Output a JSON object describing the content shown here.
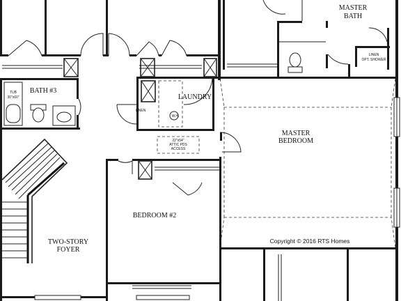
{
  "labels": {
    "master_bath_line1": "MASTER",
    "master_bath_line2": "BATH",
    "bath3": "BATH #3",
    "laundry": "LAUNDRY",
    "master_bedroom_line1": "MASTER",
    "master_bedroom_line2": "BEDROOM",
    "bedroom2": "BEDROOM #2",
    "foyer_line1": "TWO-STORY",
    "foyer_line2": "FOYER",
    "linen_left": "LINEN",
    "linen_right_line1": "LINEN",
    "linen_right_line2": "OPT. SHOWER",
    "tub_line1": "TUB",
    "tub_line2": "30\"x60\"",
    "wh": "W.H.",
    "attic_line1": "22\"x54\"",
    "attic_line2": "ATTIC PDS",
    "attic_line3": "ACCESS",
    "copyright": "Copyright © 2016 RTS Homes"
  }
}
